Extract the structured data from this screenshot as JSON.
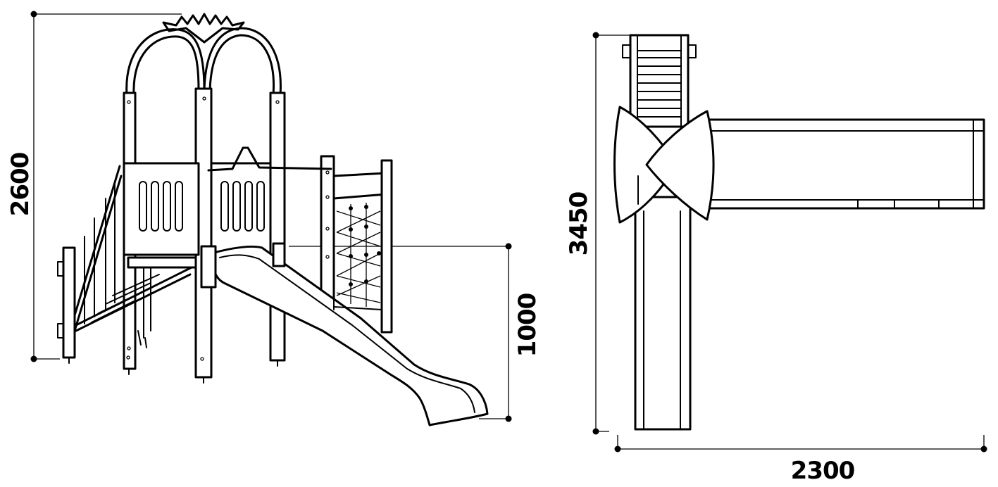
{
  "dimensions": {
    "total_height": "2600",
    "platform_height": "1000",
    "total_length": "3450",
    "total_width": "2300"
  },
  "colors": {
    "line": "#000000",
    "background": "#ffffff"
  }
}
